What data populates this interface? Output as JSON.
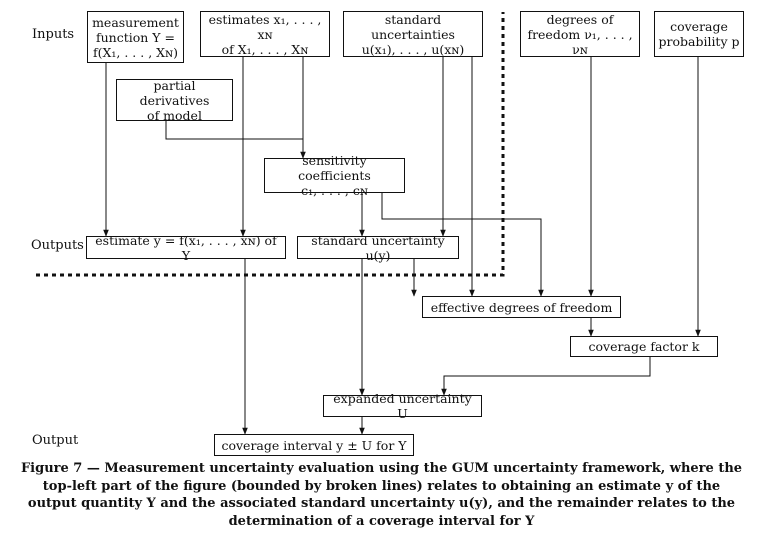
{
  "labels": {
    "inputs": "Inputs",
    "outputs": "Outputs",
    "output": "Output"
  },
  "boxes": {
    "measurement_function": "measurement\nfunction Y =\nf(X₁, . . . , Xɴ)",
    "estimates_inputs": "estimates x₁, . . . , xɴ\nof X₁, . . . , Xɴ",
    "standard_uncertainties": "standard uncertainties\nu(x₁), . . . , u(xɴ)",
    "degrees_of_freedom": "degrees of\nfreedom ν₁, . . . , νɴ",
    "coverage_probability": "coverage\nprobability p",
    "partial_derivatives": "partial derivatives\nof model",
    "sensitivity_coefficients": "sensitivity coefficients\nc₁, . . . , cɴ",
    "estimate_y": "estimate y = f(x₁, . . . , xɴ) of Y",
    "standard_uncertainty_y": "standard uncertainty u(y)",
    "effective_dof": "effective degrees of freedom",
    "coverage_factor": "coverage factor k",
    "expanded_uncertainty": "expanded uncertainty U",
    "coverage_interval": "coverage interval y ± U for Y"
  },
  "caption": "Figure 7 — Measurement uncertainty evaluation using the GUM uncertainty framework, where the top-left part of the figure (bounded by broken lines) relates to obtaining an estimate y of the output quantity Y and the associated standard uncertainty u(y), and the remainder relates to the determination of a coverage interval for Y"
}
